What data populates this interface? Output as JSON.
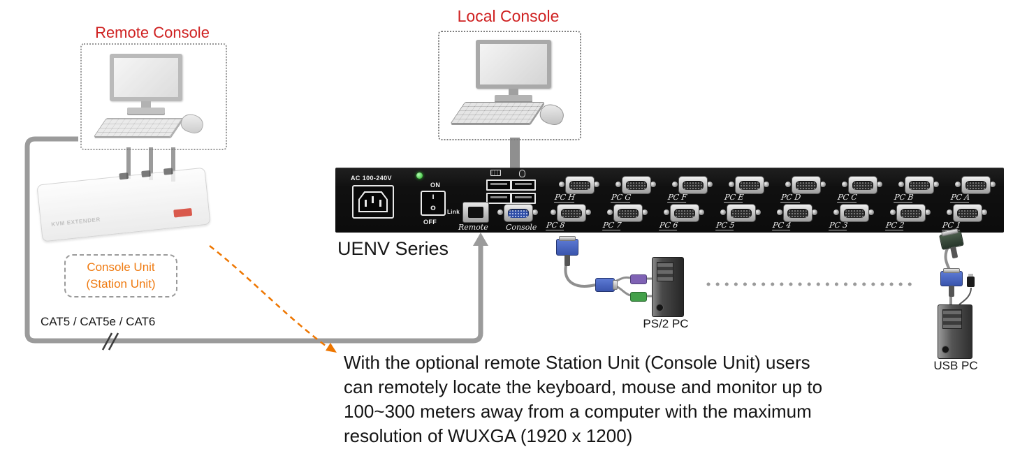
{
  "headers": {
    "remote_console": "Remote Console",
    "local_console": "Local Console"
  },
  "station": {
    "label_line1": "Console Unit",
    "label_line2": "(Station Unit)",
    "device_text": "KVM EXTENDER"
  },
  "cable_label": "CAT5 / CAT5e / CAT6",
  "kvm": {
    "series": "UENV Series",
    "ac": "AC 100-240V",
    "on": "ON",
    "off": "OFF",
    "switch_i": "I",
    "switch_o": "O",
    "link": "Link",
    "remote": "Remote",
    "console": "Console",
    "ports_top": [
      "PC H",
      "PC G",
      "PC F",
      "PC E",
      "PC D",
      "PC C",
      "PC B",
      "PC A"
    ],
    "ports_bottom": [
      "PC 8",
      "PC 7",
      "PC 6",
      "PC 5",
      "PC 4",
      "PC 3",
      "PC 2",
      "PC 1"
    ]
  },
  "computers": {
    "ps2": "PS/2 PC",
    "usb": "USB PC"
  },
  "description": {
    "line1": "With the optional remote Station Unit (Console Unit) users",
    "line2": "can remotely locate the keyboard, mouse and monitor up to",
    "line3": "100~300 meters away from a computer with the maximum",
    "line4": "resolution of WUXGA (1920 x 1200)"
  },
  "colors": {
    "heading_red": "#cf2121",
    "station_orange": "#ef7a10",
    "cable_gray": "#9b9b9b",
    "panel_black": "#141414",
    "console_port_blue": "#2f4ea8",
    "led_green": "#2ecc2e"
  },
  "icons": {
    "monitor-icon": "css-rect-screen",
    "keyboard-icon": "css-parallelogram",
    "mouse-icon": "css-ellipse",
    "power-inlet-icon": "css-chamfered-polygon",
    "power-led-icon": "css-green-circle",
    "rocker-switch-icon": "css-outlined-square",
    "usb-port-icon": "css-outlined-rect",
    "rj45-port-icon": "css-rect-jack",
    "vga-port-icon": "css-dsub-with-screws",
    "arrow-up-icon": "svg-triangle",
    "orange-arrow-icon": "svg-dashed-curve"
  }
}
